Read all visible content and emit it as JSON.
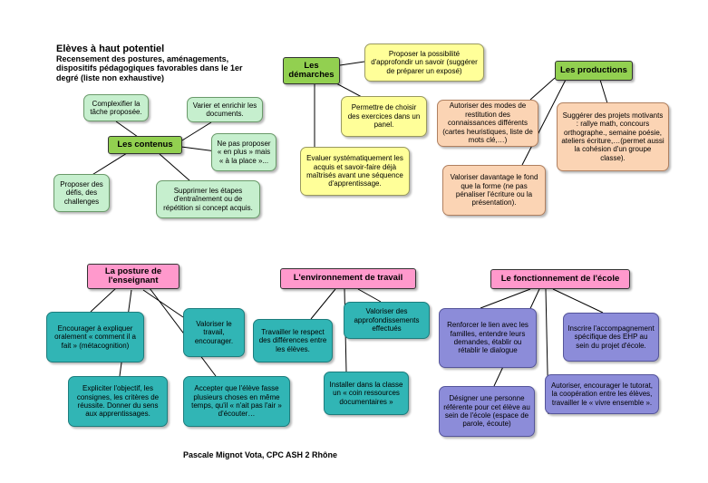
{
  "title": {
    "main": "Elèves à haut potentiel",
    "subtitle": "Recensement des postures, aménagements, dispositifs pédagogiques favorables dans le 1er degré (liste non exhaustive)"
  },
  "footer": "Pascale Mignot Vota, CPC ASH 2 Rhône",
  "contenus": {
    "hub": "Les contenus",
    "complexifier": "Complexifier la tâche proposée.",
    "varier": "Varier et enrichir les documents.",
    "pas_en_plus": "Ne pas proposer « en plus » mais « à la place »...",
    "defis": "Proposer des défis, des challenges",
    "supprimer": "Supprimer les étapes d'entraînement ou de répétition si concept acquis."
  },
  "demarches": {
    "hub": "Les démarches",
    "approfondir": "Proposer la possibilité d'approfondir un savoir (suggérer de préparer un exposé)",
    "choisir": "Permettre de choisir des exercices dans un panel.",
    "evaluer": "Evaluer systématiquement les acquis et savoir-faire déjà maîtrisés avant une séquence d'apprentissage."
  },
  "productions": {
    "hub": "Les productions",
    "autoriser": "Autoriser des modes de restitution des connaissances différents (cartes heuristiques, liste de mots clé,…)",
    "projets": "Suggérer des projets motivants : rallye math, concours orthographe., semaine poésie, ateliers écriture,…(permet aussi la cohésion d'un groupe classe).",
    "fond": "Valoriser davantage le fond que la forme (ne pas pénaliser l'écriture ou la présentation)."
  },
  "posture": {
    "hub": "La posture de l'enseignant",
    "expliquer": "Encourager à expliquer oralement « comment il a fait » (métacognition)",
    "valoriser": "Valoriser le travail, encourager.",
    "expliciter": "Expliciter l'objectif, les consignes, les critères de réussite. Donner du sens aux apprentissages.",
    "accepter": "Accepter que l'élève fasse plusieurs choses en même temps, qu'il « n'ait pas l'air » d'écouter…"
  },
  "environnement": {
    "hub": "L'environnement de travail",
    "respect": "Travailler le respect des différences entre les élèves.",
    "approfondissements": "Valoriser des approfondissements effectués",
    "coin": "Installer dans la classe un « coin ressources documentaires »"
  },
  "ecole": {
    "hub": "Le fonctionnement de l'école",
    "familles": "Renforcer le lien avec les familles, entendre leurs demandes, établir ou rétablir le dialogue",
    "ehp": "Inscrire l'accompagnement spécifique des EHP au sein du projet d'école.",
    "personne": "Désigner une personne référente pour cet élève au sein de l'école (espace de parole, écoute)",
    "tutorat": "Autoriser, encourager le tutorat, la coopération entre les élèves, travailler le « vivre ensemble »."
  },
  "colors": {
    "green_box": "#c6efce",
    "green_hub": "#92d050",
    "yellow_box": "#ffff99",
    "orange_box": "#fbd4b4",
    "pink_hub": "#ff99cc",
    "teal_box": "#31b5b5",
    "violet_box": "#8c8cd9"
  }
}
